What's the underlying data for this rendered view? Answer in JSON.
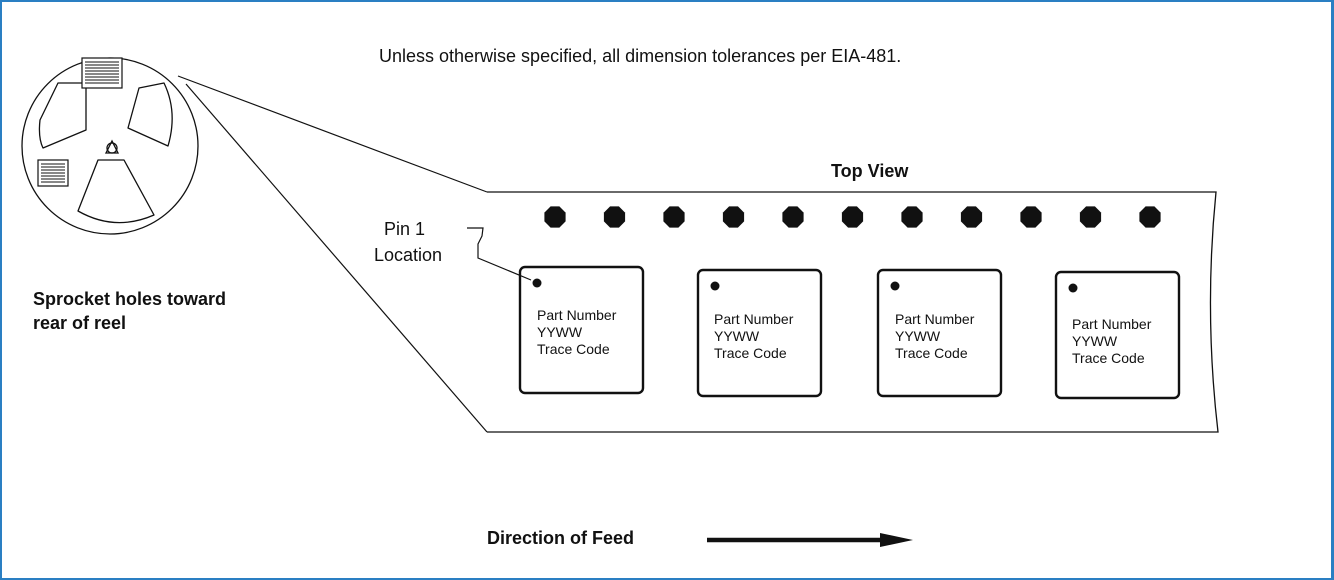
{
  "diagram": {
    "note": "Unless otherwise specified, all dimension tolerances per EIA-481.",
    "top_view_label": "Top View",
    "reel_caption_line1": "Sprocket holes toward",
    "reel_caption_line2": "rear of reel",
    "pin1_line1": "Pin 1",
    "pin1_line2": "Location",
    "direction_label": "Direction of Feed",
    "sprocket_hole_count": 11,
    "parts": [
      {
        "line1": "Part Number",
        "line2": "YYWW",
        "line3": "Trace Code"
      },
      {
        "line1": "Part Number",
        "line2": "YYWW",
        "line3": "Trace Code"
      },
      {
        "line1": "Part Number",
        "line2": "YYWW",
        "line3": "Trace Code"
      },
      {
        "line1": "Part Number",
        "line2": "YYWW",
        "line3": "Trace Code"
      }
    ],
    "colors": {
      "frame": "#2a7fc3",
      "ink": "#111111"
    }
  }
}
